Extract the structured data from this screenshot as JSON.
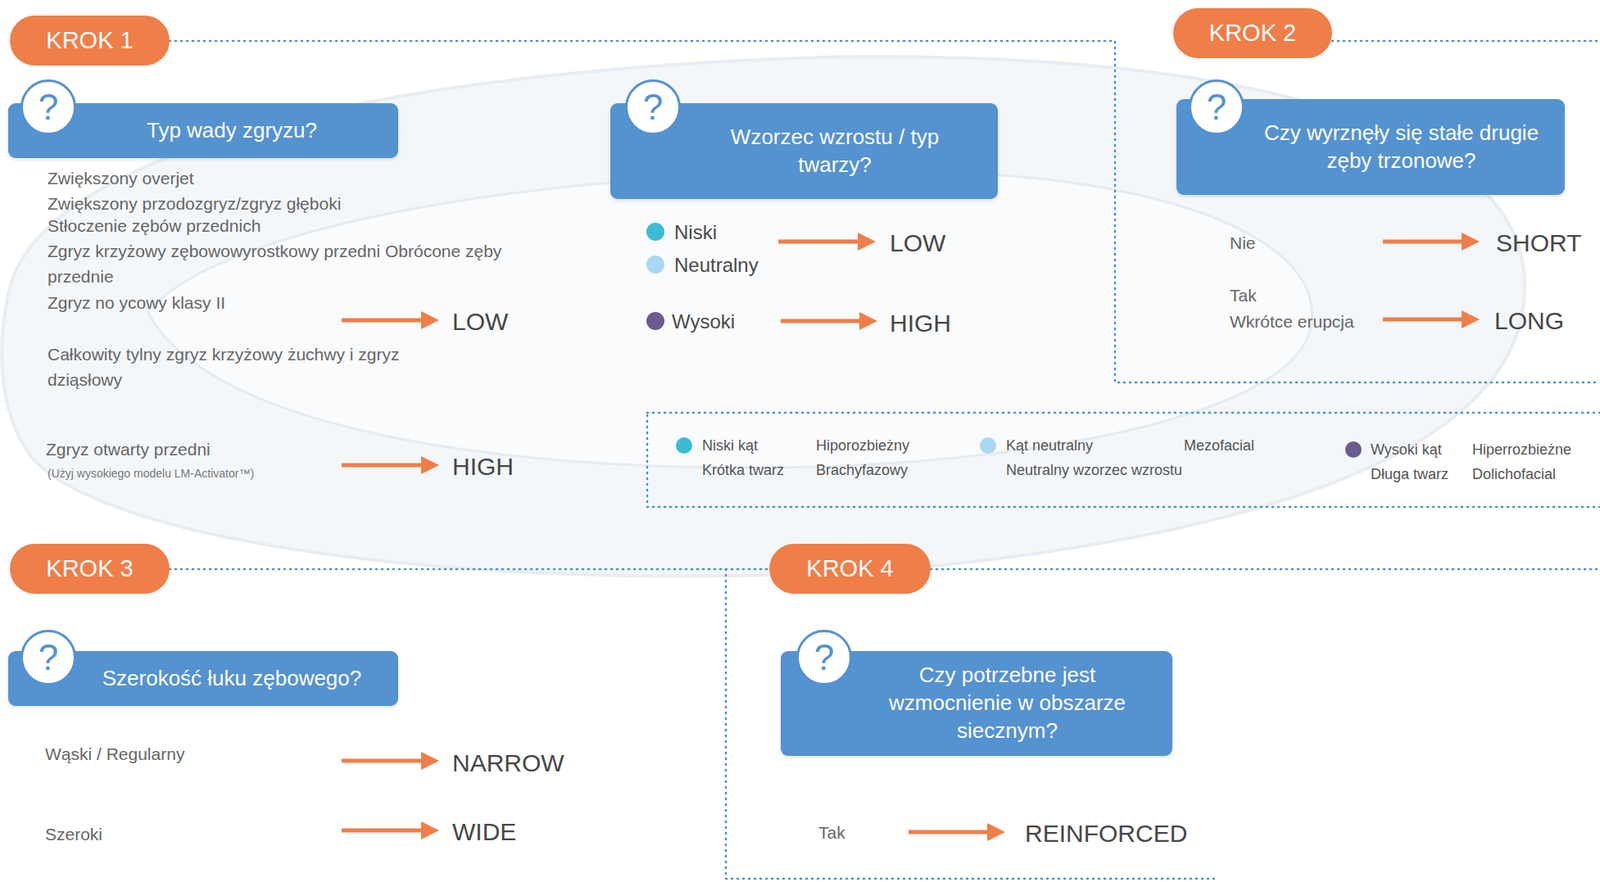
{
  "diagram": {
    "nodes": [
      {
        "text": [
          "KROK 1"
        ]
      },
      {
        "text": [
          "Typ wady zgryzu?"
        ]
      },
      {
        "text": [
          "?"
        ],
        "in": 1
      },
      {
        "text": [
          "Wzorzec wzrostu / typ twarzy?"
        ]
      },
      {
        "text": [
          "?"
        ],
        "in": 3
      },
      {
        "text": [
          "KROK 2"
        ]
      },
      {
        "text": [
          "Czy wyrznęły się stałe drugie zęby trzonowe?"
        ]
      },
      {
        "text": [
          "?"
        ],
        "in": 6
      },
      {
        "text": [
          "KROK 3"
        ]
      },
      {
        "text": [
          "Szerokość łuku zębowego?"
        ]
      },
      {
        "text": [
          "?"
        ],
        "in": 9
      },
      {
        "text": [
          "KROK 4"
        ]
      },
      {
        "text": [
          "Czy potrzebne jest wzmocnienie w obszarze siecznym?"
        ]
      },
      {
        "text": [
          "?"
        ],
        "in": 12
      }
    ],
    "labels": [
      "Zwiększony overjet",
      "Zwiększony przodozgryz/zgryz głęboki",
      "Stłoczenie zębów przednich",
      "Zgryz krzyżowy zębowowyrostkowy przedni Obrócone zęby przednie",
      "Zgryz no ycowy klasy II",
      "Całkowity tylny zgryz krzyżowy żuchwy i zgryz dziąsłowy",
      "LOW",
      "Zgryz otwarty przedni",
      "(Użyj wysokiego modelu LM-Activator™)",
      "HIGH",
      "LOW",
      "HIGH",
      "Nie",
      "SHORT",
      "Tak",
      "Wkrótce erupcja",
      "LONG",
      "Hiporozbieżny",
      "Krótka twarz",
      "Brachyfazowy",
      "Neutralny wzorzec wzrostu",
      "Mezofacial",
      "Długa twarz",
      "Hiperrozbieżne",
      "Dolichofacial",
      "Wąski / Regularny",
      "NARROW",
      "Szeroki",
      "WIDE",
      "Tak",
      "REINFORCED"
    ],
    "legend": [
      {
        "text": "Niski",
        "color": "#3cbcd2"
      },
      {
        "text": "Neutralny",
        "color": "#a9d8f2"
      },
      {
        "text": "Wysoki",
        "color": "#6b5b8e"
      },
      {
        "text": "Niski kąt",
        "color": "#3cbcd2"
      },
      {
        "text": "Kąt neutralny",
        "color": "#a9d8f2"
      },
      {
        "text": "Wysoki kąt",
        "color": "#6b5b8e"
      }
    ]
  }
}
